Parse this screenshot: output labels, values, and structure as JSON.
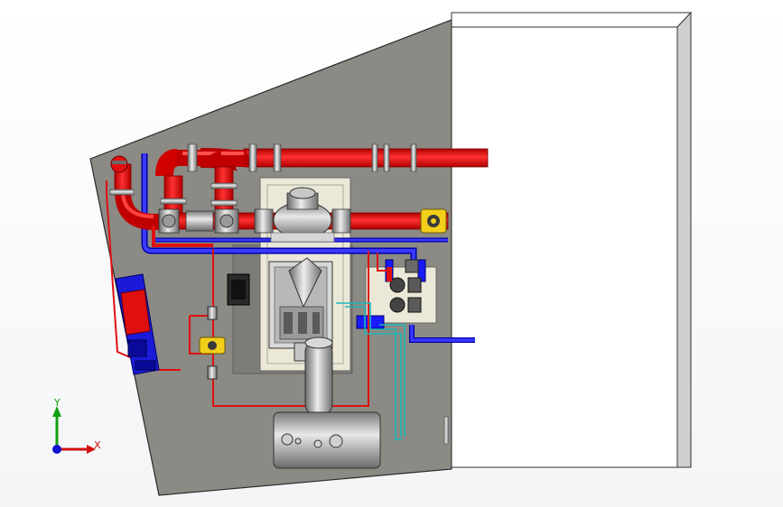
{
  "viewport": {
    "background": "#ffffff"
  },
  "triad": {
    "x_label": "X",
    "y_label": "Y",
    "x_color": "#d01010",
    "y_color": "#10a010",
    "z_color": "#1010d0"
  },
  "colors": {
    "floor": "#8b8a84",
    "floor_edge": "#333333",
    "hot_pipe": "#ff1a1a",
    "hot_pipe_dark": "#c00000",
    "cold_pipe": "#1a1aff",
    "cold_pipe_dark": "#0000a0",
    "valve_yellow": "#f2cf1a",
    "cyan_line": "#22c7c7",
    "skid": "#e9e6d6",
    "wall": "#ffffff",
    "wall_shade": "#c8c8c8",
    "steel": "#b9b9b9",
    "steel_dark": "#6a6a6a"
  },
  "components": [
    "building-floor",
    "adjacent-room-wall",
    "main-hot-water-pipe",
    "cold-return-pipe",
    "pump-motor",
    "expansion-tank",
    "gas-valve-train",
    "electrical-cabinet",
    "yellow-valve"
  ]
}
